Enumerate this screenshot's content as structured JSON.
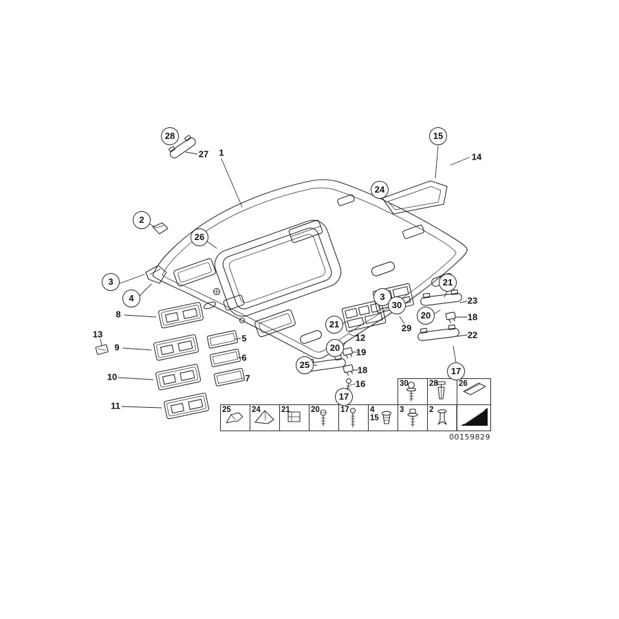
{
  "page": {
    "background": "#ffffff",
    "line_color": "#222222"
  },
  "diagram": {
    "doc_number": "00159829",
    "circled_callouts": [
      {
        "label": "28"
      },
      {
        "label": "15"
      },
      {
        "label": "24"
      },
      {
        "label": "2"
      },
      {
        "label": "26"
      },
      {
        "label": "3"
      },
      {
        "label": "4"
      },
      {
        "label": "21"
      },
      {
        "label": "3"
      },
      {
        "label": "30"
      },
      {
        "label": "20"
      },
      {
        "label": "21"
      },
      {
        "label": "20"
      },
      {
        "label": "25"
      },
      {
        "label": "17"
      },
      {
        "label": "17"
      }
    ],
    "plain_callouts": [
      {
        "label": "27"
      },
      {
        "label": "1"
      },
      {
        "label": "14"
      },
      {
        "label": "23"
      },
      {
        "label": "18"
      },
      {
        "label": "22"
      },
      {
        "label": "29"
      },
      {
        "label": "12"
      },
      {
        "label": "19"
      },
      {
        "label": "18"
      },
      {
        "label": "16"
      },
      {
        "label": "8"
      },
      {
        "label": "13"
      },
      {
        "label": "9"
      },
      {
        "label": "10"
      },
      {
        "label": "11"
      },
      {
        "label": "5"
      },
      {
        "label": "6"
      },
      {
        "label": "7"
      }
    ],
    "legend": {
      "bottom_cells": [
        {
          "label": "25",
          "icon": "bracket-clip"
        },
        {
          "label": "24",
          "icon": "wedge-clip"
        },
        {
          "label": "21",
          "icon": "square-clip"
        },
        {
          "label": "20",
          "icon": "short-screw"
        },
        {
          "label": "17",
          "icon": "long-screw"
        },
        {
          "label": "4",
          "label2": "15",
          "icon": "grommet-plug"
        },
        {
          "label": "3",
          "icon": "bolt-washer"
        },
        {
          "label": "2",
          "icon": "expansion-rivet"
        }
      ],
      "top_cells": [
        {
          "label": "30",
          "icon": "washer-screw"
        },
        {
          "label": "28",
          "icon": "expanding-clip"
        },
        {
          "label": "26",
          "icon": "cover-plate"
        }
      ],
      "corner_cell": {
        "icon": "black-wedge"
      }
    }
  }
}
